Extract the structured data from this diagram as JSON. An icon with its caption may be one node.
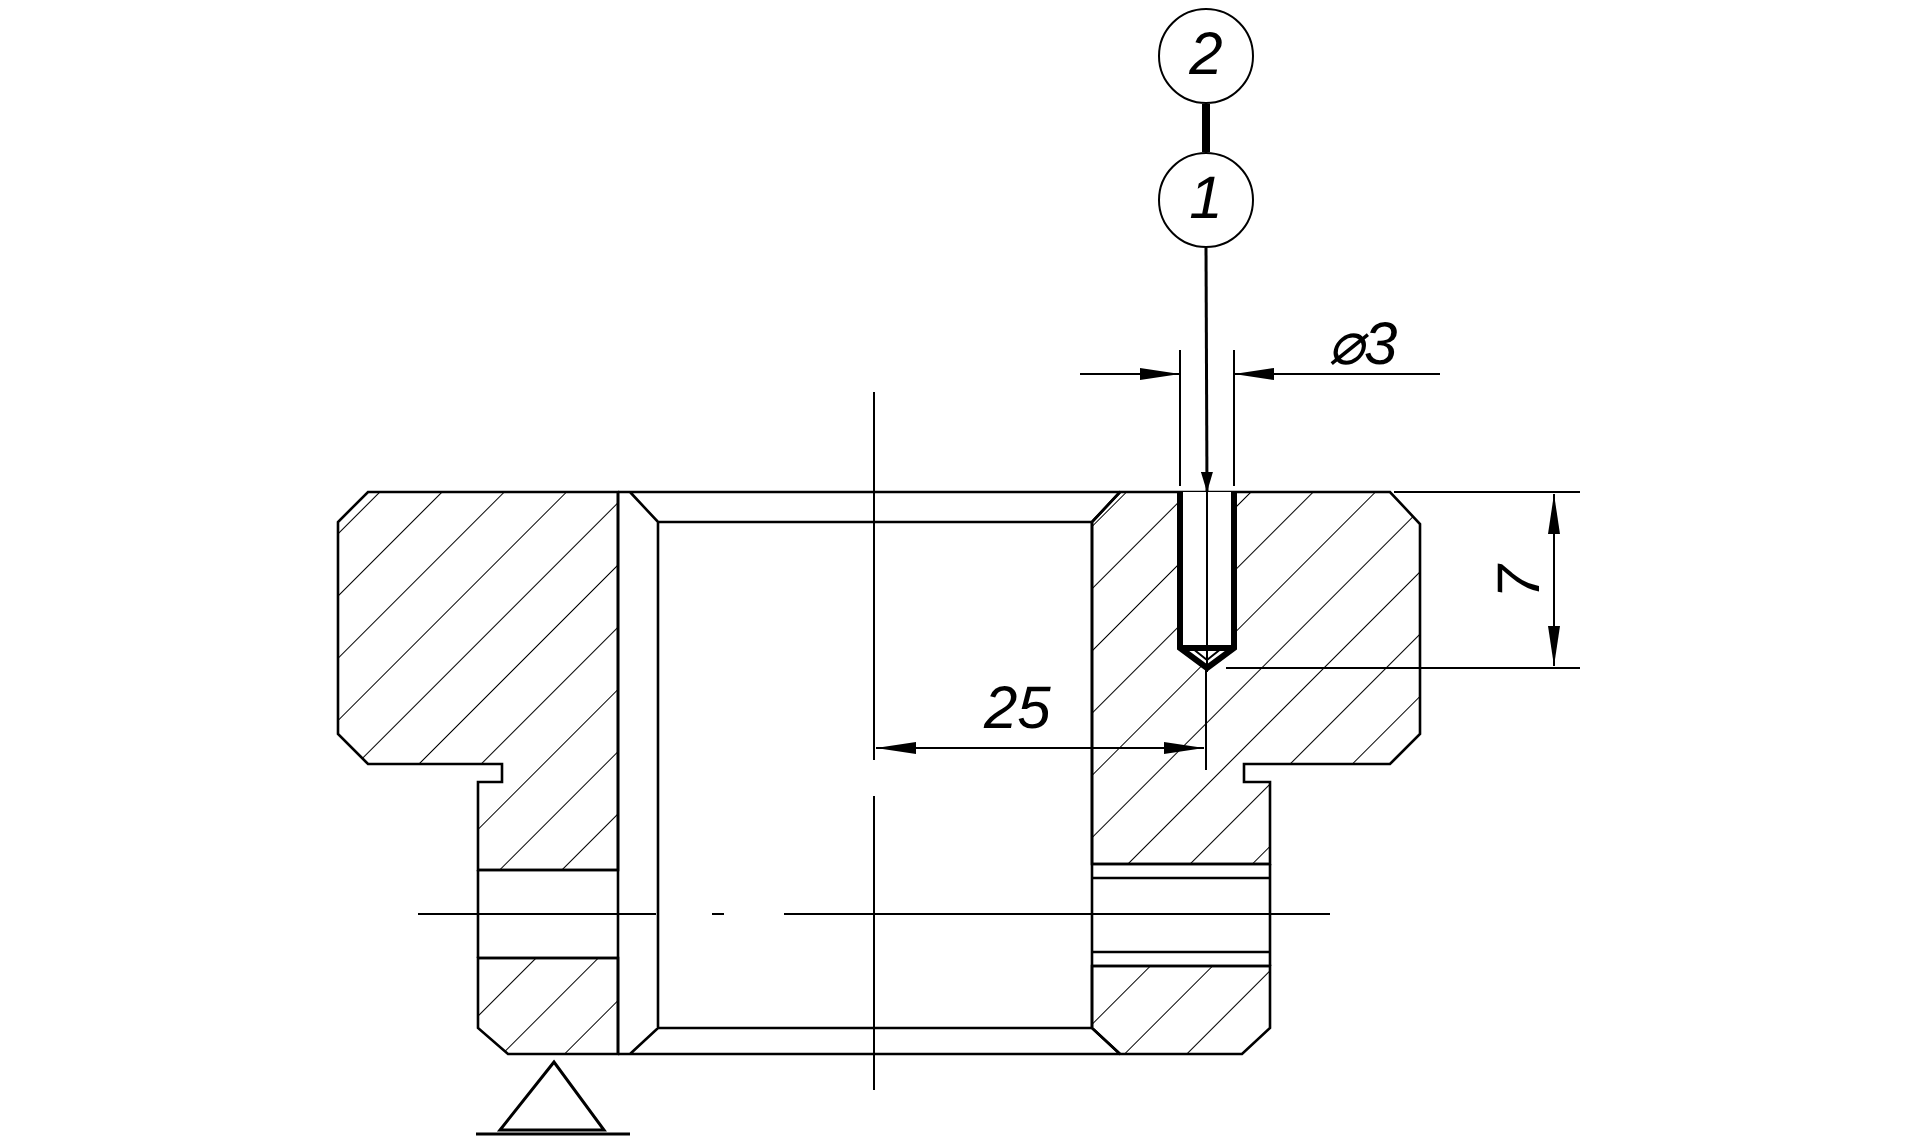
{
  "diagram": {
    "nodes": [
      {
        "text": [
          "2"
        ]
      },
      {
        "text": [
          "1"
        ]
      },
      {
        "text": [],
        "shape": "bar"
      }
    ],
    "edges": [
      {
        "from": 0,
        "to": 1,
        "arrow": "none",
        "style": "thick"
      },
      {
        "from": 1,
        "to": 2,
        "arrow": "to"
      }
    ],
    "labels": [
      "⌀3",
      "7",
      "25"
    ]
  }
}
